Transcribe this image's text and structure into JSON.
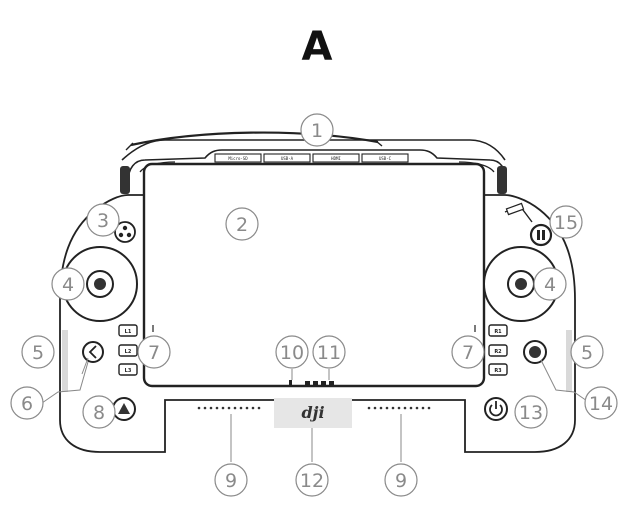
{
  "panel_label": "A",
  "brand_logo": "dji",
  "ports": [
    "Micro-SD",
    "USB-A",
    "HDMI",
    "USB-C"
  ],
  "left_buttons": [
    "L1",
    "L2",
    "L3"
  ],
  "right_buttons": [
    "R1",
    "R2",
    "R3"
  ],
  "callouts": [
    {
      "id": "c1",
      "label": "1"
    },
    {
      "id": "c2",
      "label": "2"
    },
    {
      "id": "c3",
      "label": "3"
    },
    {
      "id": "c4-left",
      "label": "4"
    },
    {
      "id": "c4-right",
      "label": "4"
    },
    {
      "id": "c5-left",
      "label": "5"
    },
    {
      "id": "c5-right",
      "label": "5"
    },
    {
      "id": "c6",
      "label": "6"
    },
    {
      "id": "c7-left",
      "label": "7"
    },
    {
      "id": "c7-right",
      "label": "7"
    },
    {
      "id": "c8",
      "label": "8"
    },
    {
      "id": "c9-left",
      "label": "9"
    },
    {
      "id": "c9-right",
      "label": "9"
    },
    {
      "id": "c10",
      "label": "10"
    },
    {
      "id": "c11",
      "label": "11"
    },
    {
      "id": "c12",
      "label": "12"
    },
    {
      "id": "c13",
      "label": "13"
    },
    {
      "id": "c14",
      "label": "14"
    },
    {
      "id": "c15",
      "label": "15"
    }
  ]
}
